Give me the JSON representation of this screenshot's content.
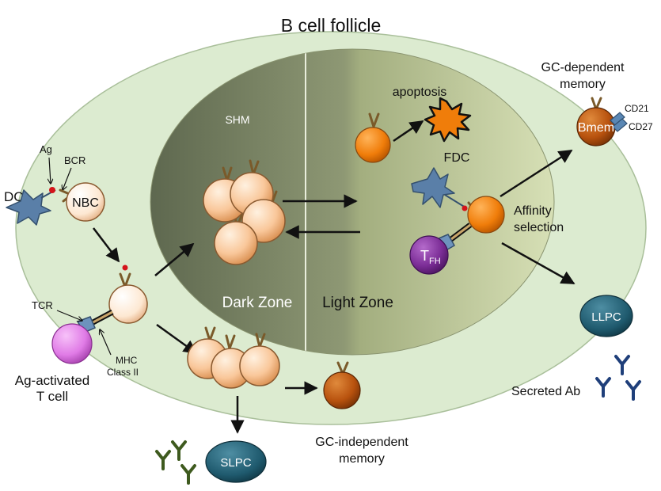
{
  "title": "B cell follicle",
  "zones": {
    "dark": "Dark Zone",
    "light": "Light Zone"
  },
  "labels": {
    "shm": "SHM",
    "apoptosis": "apoptosis",
    "fdc": "FDC",
    "affinity": [
      "Affinity",
      "selection"
    ],
    "gc_dependent": [
      "GC-dependent",
      "memory"
    ],
    "gc_independent": [
      "GC-independent",
      "memory"
    ],
    "dc": "DC",
    "ag": "Ag",
    "bcr": "BCR",
    "nbc": "NBC",
    "tcr": "TCR",
    "mhc": [
      "MHC",
      "Class II"
    ],
    "tcell": [
      "Ag-activated",
      "T cell"
    ],
    "tfh_main": "T",
    "tfh_sub": "FH",
    "bmem": "Bmem",
    "cd21": "CD21",
    "cd27": "CD27",
    "llpc": "LLPC",
    "slpc": "SLPC",
    "secreted": "Secreted Ab"
  },
  "colors": {
    "outer_ellipse": "#dcebd0",
    "dark_zone": "#6f7a5e",
    "light_zone": "#b5c28e",
    "b_cell": "#f9c79a",
    "naive_cell": "#fdebd8",
    "centrocyte": "#f07d0a",
    "memory_cell": "#b8520e",
    "plasma_cell": "#1f5a6e",
    "tfh": "#7b2d96",
    "tcell": "#e07be6",
    "antibody_blue": "#1f3f7a",
    "antibody_green": "#3e5a1e"
  }
}
